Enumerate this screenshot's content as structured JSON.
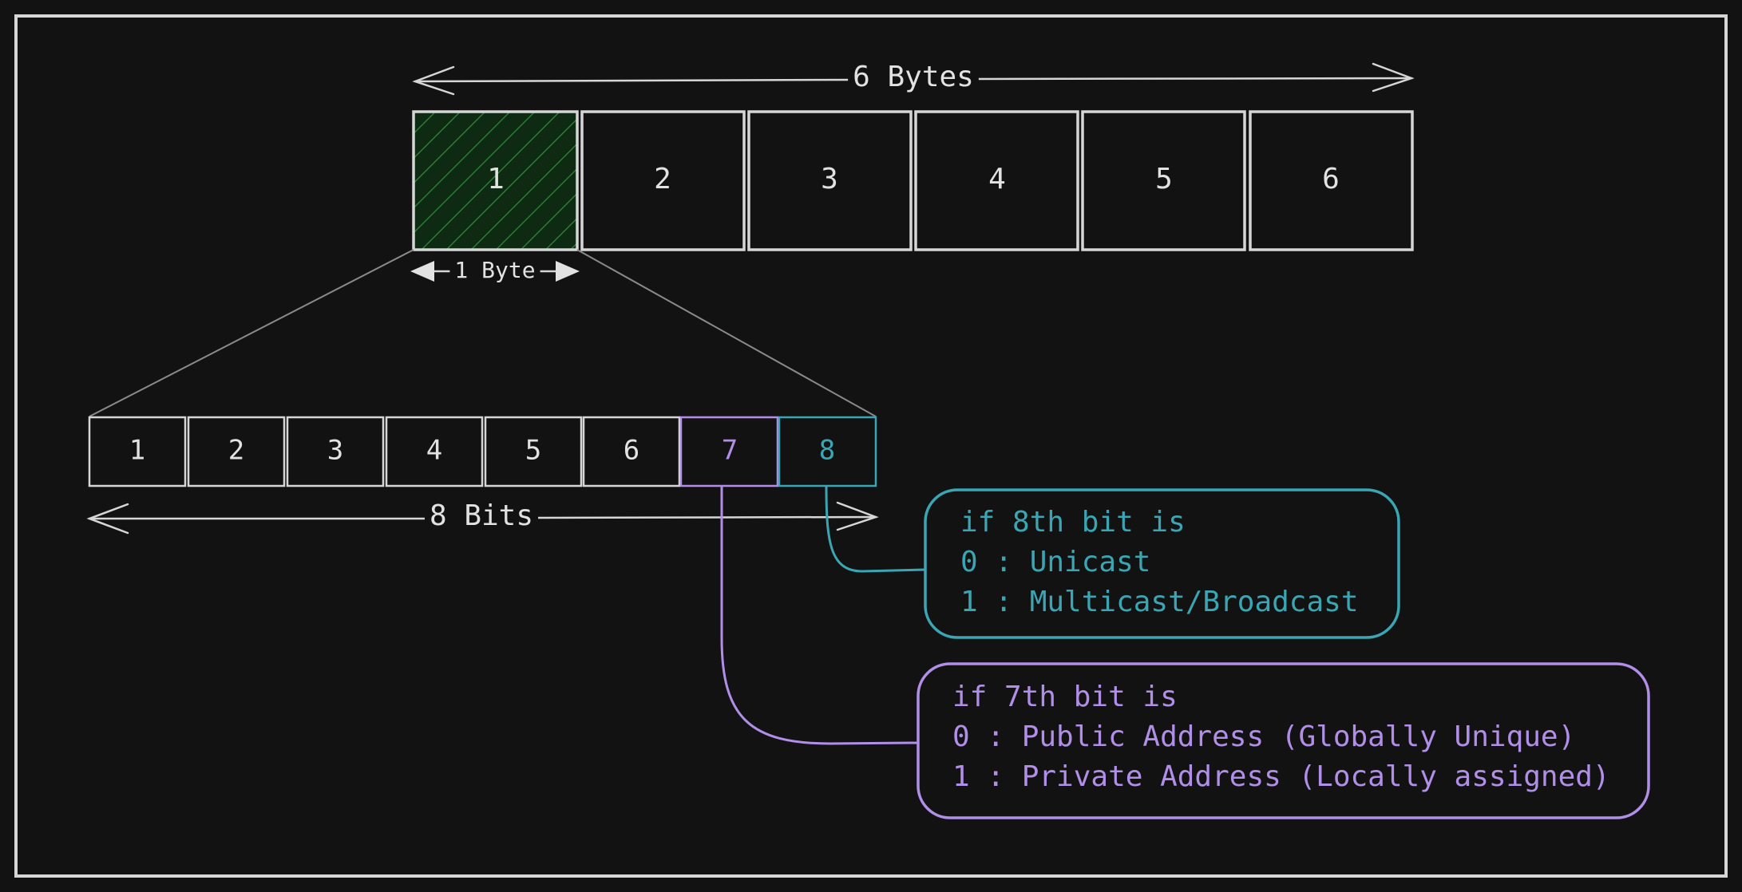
{
  "diagram": {
    "bytes_label": "6 Bytes",
    "byte_label": "1 Byte",
    "bits_label": "8 Bits",
    "bytes": [
      "1",
      "2",
      "3",
      "4",
      "5",
      "6"
    ],
    "bits": [
      "1",
      "2",
      "3",
      "4",
      "5",
      "6",
      "7",
      "8"
    ],
    "note_8th": {
      "line1": "if 8th bit is",
      "line2": "0 : Unicast",
      "line3": "1 : Multicast/Broadcast"
    },
    "note_7th": {
      "line1": "if 7th bit is",
      "line2": "0 : Public Address (Globally Unique)",
      "line3": "1 : Private Address (Locally assigned)"
    }
  },
  "colors": {
    "background": "#121212",
    "stroke": "#d6d6d6",
    "teal": "#3aa6b4",
    "purple": "#b18ee8",
    "hatch": "#2f8a3a"
  }
}
